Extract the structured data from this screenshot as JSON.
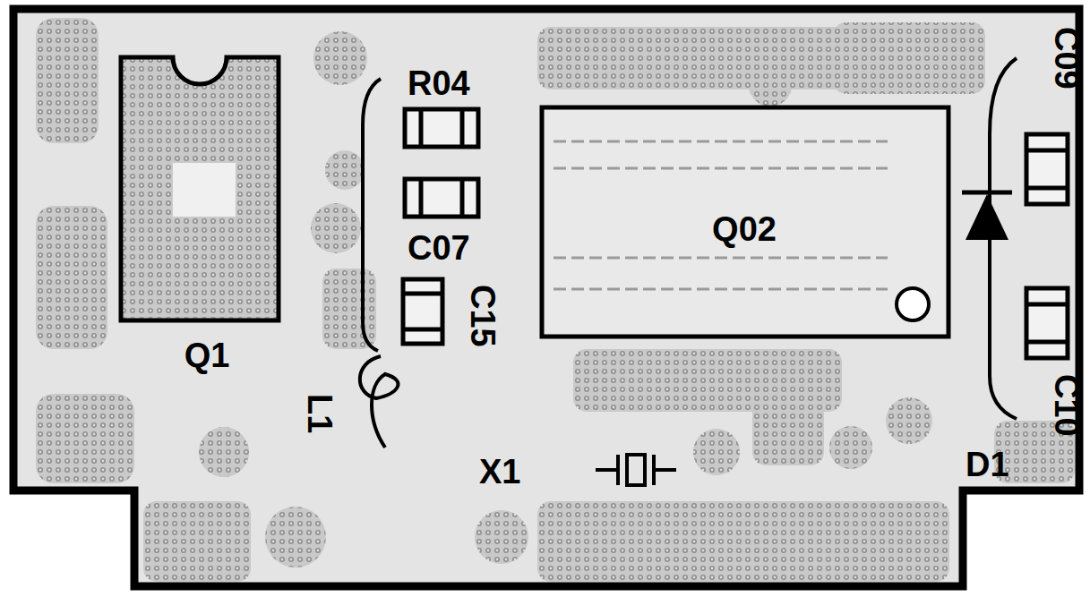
{
  "diagram": {
    "nodes": [
      {
        "text": [
          "Q1"
        ]
      },
      {
        "text": [
          "Q02"
        ]
      }
    ],
    "labels": [
      "R04",
      "C07",
      "C15",
      "C09",
      "C10",
      "D1",
      "L1",
      "X1"
    ]
  }
}
